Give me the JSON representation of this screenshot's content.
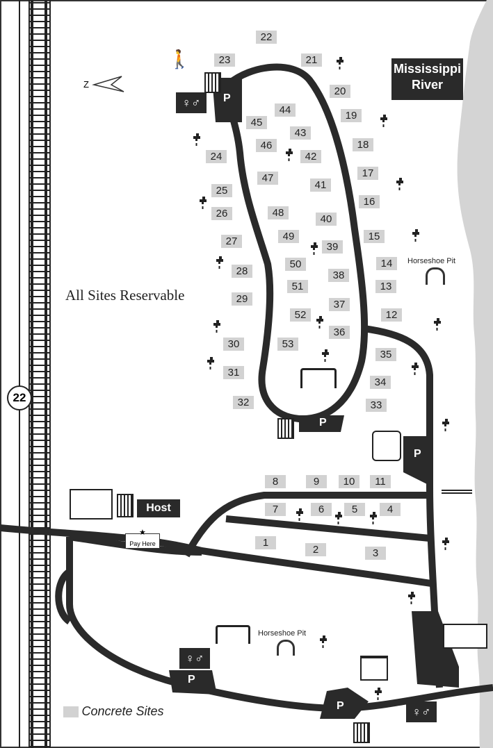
{
  "map": {
    "river_label_line1": "Mississippi",
    "river_label_line2": "River",
    "reservable_label": "All Sites Reservable",
    "highway_number": "22",
    "host_label": "Host",
    "pay_here_label": "Pay Here",
    "horseshoe_pit_label": "Horseshoe Pit",
    "horseshoe_pit_label_south": "Horseshoe Pit",
    "concrete_legend_label": "Concrete Sites",
    "north_arrow_letter": "Z",
    "parking_letter": "P"
  },
  "sites": [
    {
      "num": "22"
    },
    {
      "num": "23"
    },
    {
      "num": "21"
    },
    {
      "num": "20"
    },
    {
      "num": "19"
    },
    {
      "num": "18"
    },
    {
      "num": "17"
    },
    {
      "num": "16"
    },
    {
      "num": "15"
    },
    {
      "num": "14"
    },
    {
      "num": "13"
    },
    {
      "num": "12"
    },
    {
      "num": "35"
    },
    {
      "num": "34"
    },
    {
      "num": "33"
    },
    {
      "num": "44"
    },
    {
      "num": "45"
    },
    {
      "num": "43"
    },
    {
      "num": "46"
    },
    {
      "num": "42"
    },
    {
      "num": "24"
    },
    {
      "num": "47"
    },
    {
      "num": "41"
    },
    {
      "num": "25"
    },
    {
      "num": "26"
    },
    {
      "num": "48"
    },
    {
      "num": "40"
    },
    {
      "num": "49"
    },
    {
      "num": "39"
    },
    {
      "num": "27"
    },
    {
      "num": "50"
    },
    {
      "num": "28"
    },
    {
      "num": "38"
    },
    {
      "num": "51"
    },
    {
      "num": "29"
    },
    {
      "num": "37"
    },
    {
      "num": "52"
    },
    {
      "num": "36"
    },
    {
      "num": "30"
    },
    {
      "num": "53"
    },
    {
      "num": "31"
    },
    {
      "num": "32"
    },
    {
      "num": "8"
    },
    {
      "num": "9"
    },
    {
      "num": "10"
    },
    {
      "num": "11"
    },
    {
      "num": "7"
    },
    {
      "num": "6"
    },
    {
      "num": "5"
    },
    {
      "num": "4"
    },
    {
      "num": "1"
    },
    {
      "num": "2"
    },
    {
      "num": "3"
    }
  ],
  "colors": {
    "road": "#2a2a2a",
    "site_fill": "#d2d2d2",
    "river": "#d4d4d4",
    "label_box": "#2a2a2a"
  }
}
